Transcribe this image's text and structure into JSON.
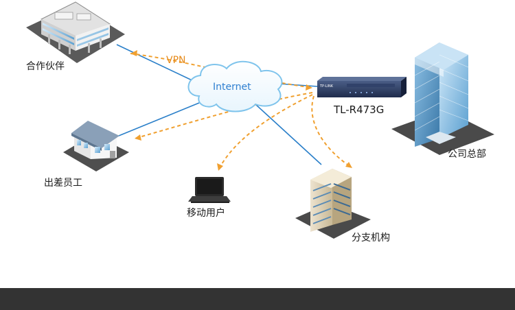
{
  "labels": {
    "partner": "合作伙伴",
    "vpn": "VPN",
    "internet": "Internet",
    "router": "TL-R473G",
    "hq": "公司总部",
    "traveler": "出差员工",
    "mobile": "移动用户",
    "branch": "分支机构"
  },
  "colors": {
    "link_line": "#2a7fc9",
    "vpn_tunnel": "#f0a030",
    "cloud_outline": "#7fc4ec",
    "vpn_text": "#e68a1a",
    "internet_text": "#2e7fd0",
    "bottom_bar": "#333333"
  },
  "icons": [
    "partner-building-icon",
    "cloud-icon",
    "router-icon",
    "hq-tower-icon",
    "house-icon",
    "laptop-icon",
    "branch-tower-icon"
  ]
}
